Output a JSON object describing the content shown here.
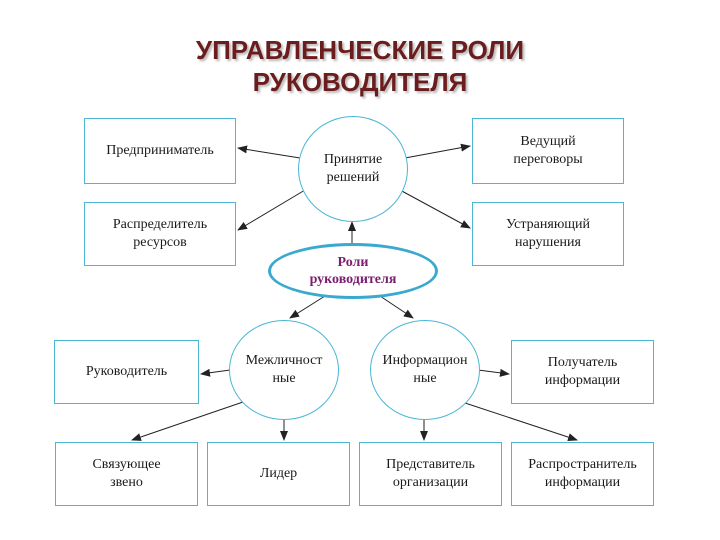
{
  "title": {
    "line1": "УПРАВЛЕНЧЕСКИЕ РОЛИ",
    "line2": "РУКОВОДИТЕЛЯ"
  },
  "colors": {
    "title": "#6b1c1c",
    "border": "#4bb6d6",
    "central_text": "#7a1e6e",
    "arrow": "#222222"
  },
  "nodes": {
    "central": "Роли\nруководителя",
    "decisions": "Принятие\nрешений",
    "interpersonal": "Межличност\nные",
    "informational": "Информацион\nные",
    "entrepreneur": "Предприниматель",
    "resource_allocator": "Распределитель\nресурсов",
    "negotiator": "Ведущий\nпереговоры",
    "disturbance_handler": "Устраняющий\nнарушения",
    "leader_role": "Руководитель",
    "liaison": "Связующее\nзвено",
    "leader": "Лидер",
    "recipient": "Получатель\nинформации",
    "spokesperson": "Представитель\nорганизации",
    "disseminator": "Распространитель\nинформации"
  }
}
